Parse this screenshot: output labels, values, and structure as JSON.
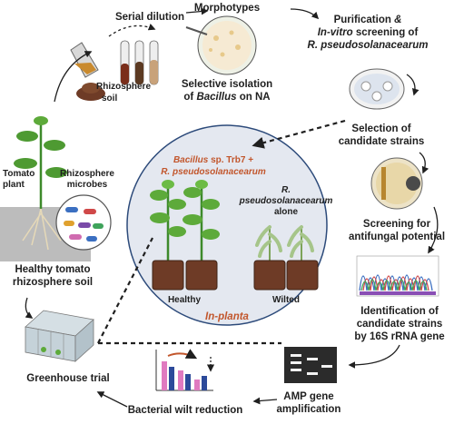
{
  "labels": {
    "serial_dilution": "Serial dilution",
    "morphotypes": "Morphotypes",
    "rhizosphere": "Rhizosphere",
    "soil": "soil",
    "selective_1": "Selective isolation",
    "selective_2a": "of ",
    "selective_2b": "Bacillus",
    "selective_2c": " on NA",
    "purif_1a": "Purification ",
    "purif_1b": "&",
    "purif_2a": "In-vitro",
    "purif_2b": " screening of",
    "purif_3": "R. pseudosolanacearum",
    "selection_1": "Selection of",
    "selection_2": "candidate strains",
    "screening_1": "Screening for",
    "screening_2": "antifungal potential",
    "ident_1": "Identification of",
    "ident_2": "candidate strains",
    "ident_3": "by 16S rRNA gene",
    "amp_1": "AMP gene",
    "amp_2": "amplification",
    "wilt": "Bacterial wilt reduction",
    "greenhouse": "Greenhouse trial",
    "healthy_1": "Healthy tomato",
    "healthy_2": "rhizosphere soil",
    "tomato_1": "Tomato",
    "tomato_2": "plant",
    "microbes_1": "Rhizosphere",
    "microbes_2": "microbes"
  },
  "circle": {
    "treat_1a": "Bacillus",
    "treat_1b": " sp. Trb7 +",
    "treat_2": "R. pseudosolanacearum",
    "alone_1": "R.",
    "alone_2": "pseudosolanacearum",
    "alone_3": "alone",
    "healthy": "Healthy",
    "wilted": "Wilted",
    "inplanta": "In-planta"
  },
  "colors": {
    "orange": "#c2562c",
    "circle_fill": "#e4e8f0",
    "circle_border": "#2c4a7a",
    "arrow": "#1f1f1f"
  }
}
